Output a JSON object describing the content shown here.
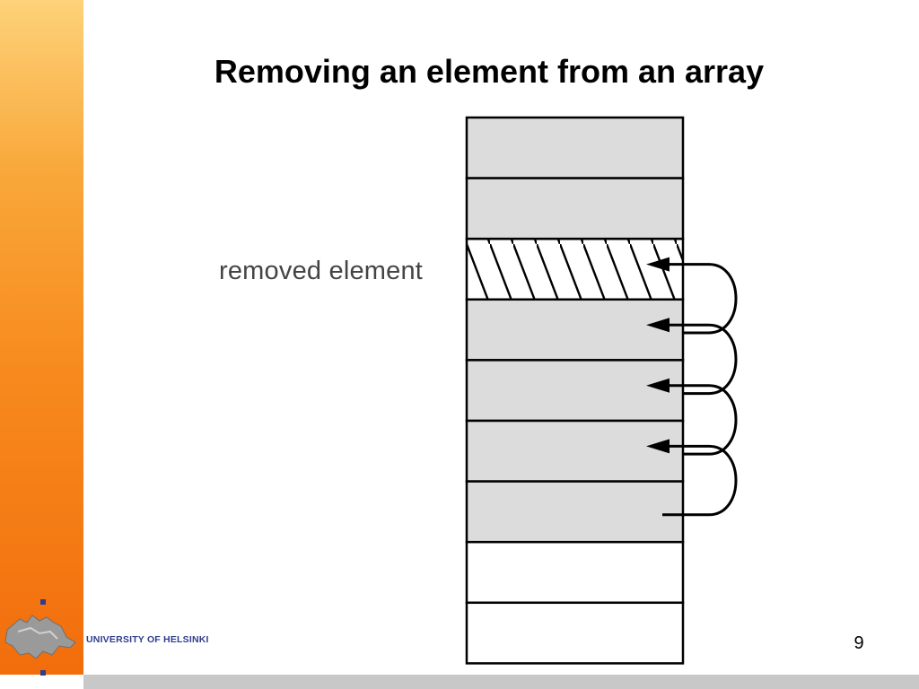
{
  "slide": {
    "title": "Removing an element from an array",
    "page_number": "9",
    "logo_text": "UNIVERSITY OF HELSINKI",
    "removed_label": "removed element"
  },
  "colors": {
    "sidebar_top": "#fdd27a",
    "sidebar_bottom": "#f26d0c",
    "filled_cell": "#dcdcdc",
    "empty_cell": "#ffffff",
    "logo_text": "#2f3d8f",
    "footer_bar": "#c8c8c8"
  },
  "array": {
    "cells": [
      "filled",
      "filled",
      "removed",
      "filled",
      "filled",
      "filled",
      "filled",
      "empty",
      "empty"
    ]
  },
  "arrows": [
    {
      "from_cell": 3,
      "to_cell": 2
    },
    {
      "from_cell": 4,
      "to_cell": 3
    },
    {
      "from_cell": 5,
      "to_cell": 4
    },
    {
      "from_cell": 6,
      "to_cell": 5
    }
  ]
}
